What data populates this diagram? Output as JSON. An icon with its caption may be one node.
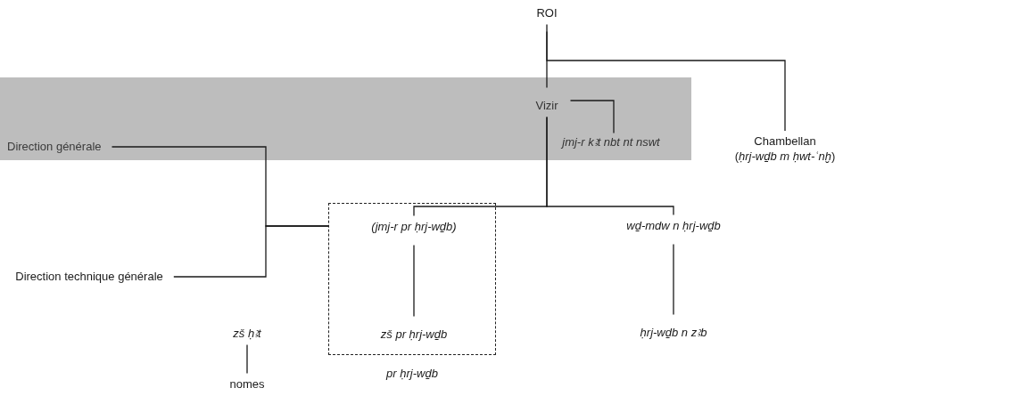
{
  "diagram": {
    "nodes": [
      {
        "text": [
          "ROI"
        ]
      },
      {
        "text": [],
        "shape": "band"
      },
      {
        "text": [
          "Direction générale"
        ],
        "in": 1
      },
      {
        "text": [
          "Vizir"
        ],
        "in": 1
      },
      {
        "text": [
          "jmj-r kꜣt nbt nt nswt"
        ],
        "in": 1
      },
      {
        "text": [
          "Chambellan",
          "(*ḥrj-wḏb m ḥwt-ʿnḫ*)"
        ]
      },
      {
        "text": [
          "Direction technique générale"
        ]
      },
      {
        "text": [],
        "shape": "box",
        "beside": [
          "pr ḥrj-wḏb"
        ]
      },
      {
        "text": [
          "(jmj-r pr ḥrj-wḏb)"
        ],
        "in": 7
      },
      {
        "text": [
          "zš pr ḥrj-wḏb"
        ],
        "in": 7
      },
      {
        "text": [
          "wḏ-mdw n ḥrj-wḏb"
        ]
      },
      {
        "text": [
          "ḥrj-wḏb n zꜣb"
        ]
      },
      {
        "text": [
          "zš ḥꜣt"
        ]
      },
      {
        "text": [
          "nomes"
        ]
      }
    ],
    "edges": [
      {
        "from": 0,
        "to": 3,
        "arrow": "none"
      },
      {
        "from": 0,
        "to": 5,
        "arrow": "none"
      },
      {
        "from": 3,
        "to": 4,
        "arrow": "none"
      },
      {
        "from": 3,
        "to": 8,
        "arrow": "none"
      },
      {
        "from": 3,
        "to": 10,
        "arrow": "none"
      },
      {
        "from": 2,
        "to": 7,
        "arrow": "none"
      },
      {
        "from": 6,
        "to": 7,
        "arrow": "none"
      },
      {
        "from": 8,
        "to": 9,
        "arrow": "none"
      },
      {
        "from": 10,
        "to": 11,
        "arrow": "none"
      },
      {
        "from": 12,
        "to": 13,
        "arrow": "none"
      }
    ]
  }
}
